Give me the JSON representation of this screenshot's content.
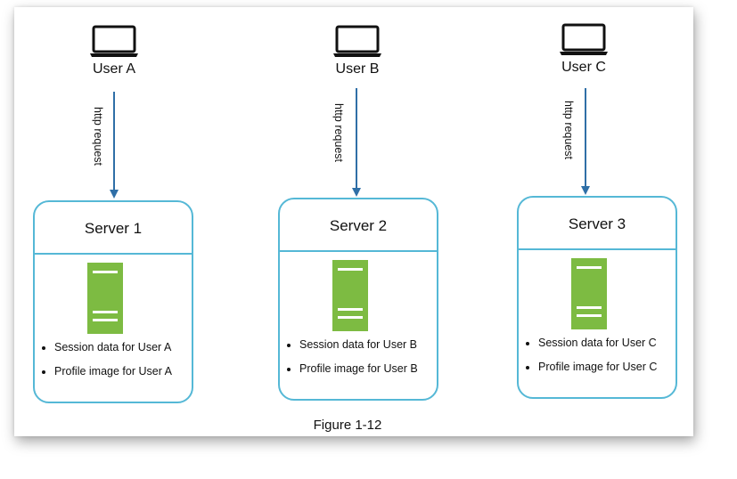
{
  "users": [
    {
      "label": "User A",
      "request_label": "http request"
    },
    {
      "label": "User B",
      "request_label": "http request"
    },
    {
      "label": "User C",
      "request_label": "http request"
    }
  ],
  "servers": [
    {
      "title": "Server 1",
      "items": [
        "Session data for User A",
        "Profile image for User A"
      ]
    },
    {
      "title": "Server 2",
      "items": [
        "Session data for User B",
        "Profile image for User B"
      ]
    },
    {
      "title": "Server 3",
      "items": [
        "Session data for User C",
        "Profile image for User C"
      ]
    }
  ],
  "caption": "Figure 1-12",
  "colors": {
    "server_border": "#55b8d6",
    "arrow": "#2f6fa7",
    "server_rack": "#7dbb42"
  }
}
